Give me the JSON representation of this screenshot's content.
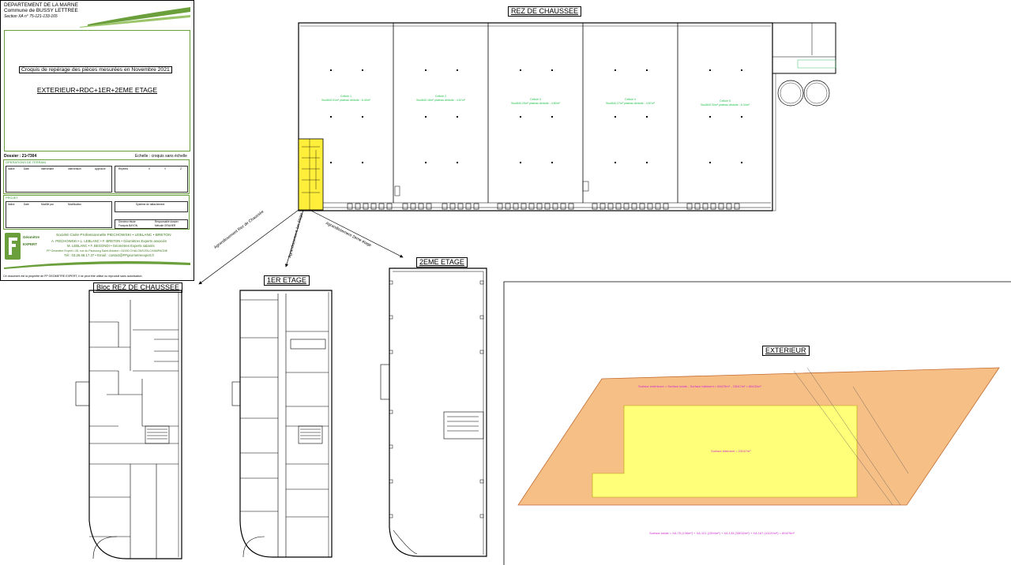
{
  "cartouche": {
    "department": "DEPARTEMENT DE LA MARNE",
    "commune": "Commune de BUSSY LETTREE",
    "section": "Section XA n° 75-121-133-165",
    "croquis_title": "Croquis de repérage des pièces mesurées en Novembre 2021",
    "levels": "EXTERIEUR+RDC+1ER+2EME ETAGE",
    "dossier": "Dossier : 21•7304",
    "echelle": "Echelle : croquis sans échelle",
    "operations_label": "OPERATIONS DE TERRAIN",
    "projet_label": "PROJET",
    "table_headers": [
      "Indice",
      "Date",
      "Intervenant",
      "Intervention",
      "Approuvé"
    ],
    "reperes_headers": [
      "Repères",
      "X",
      "Y",
      "Z"
    ],
    "projet_headers": [
      "Indice",
      "Date",
      "Modifié par",
      "Modification"
    ],
    "rattachement": "Système de rattachement",
    "directeur": "Directeur étude",
    "responsable": "Responsable dossier",
    "directeur_name": "François BAYON",
    "responsable_name": "Mélodie GRAVIER",
    "logo_line1": "Géomètre",
    "logo_line2": "EXPERT",
    "company": "Société Civile Professionnelle PIECHOWSKI • LEBLANC • BRETON",
    "partners1": "A. PIECHOWSKI • L. LEBLANC • F. BRETON • Géomètres Experts associés",
    "partners2": "M. LEBLANC • F. BEGONDI • Géomètres Experts salariés",
    "address": "FP Géomètre Expert • 26, rue du Faubourg Saint-Antoine • 51000 CHALONS-EN-CHAMPAGNE",
    "contact": "Tél : 03.26.68.17.37 • Email : contact@FPgeometreexpert.fr",
    "footer": "Ce document est la propriété de FP GEOMETRE EXPERT, il ne peut être utilisé ou reproduit sans autorisation."
  },
  "views": {
    "rdc_title": "REZ DE CHAUSSEE",
    "bloc_rdc_title": "Bloc REZ DE CHAUSSEE",
    "etage1_title": "1ER ETAGE",
    "etage2_title": "2EME ETAGE",
    "exterieur_title": "EXTERIEUR"
  },
  "arrows": {
    "rdc": "Agrandissement Rez de Chaussée",
    "e1": "Agrandissement 1er étage",
    "e2": "Agrandissement 2ème étage"
  },
  "cells": [
    {
      "name": "Cellule 1",
      "surface": "Sw4840.01m² plateau déduite : 6.40m²"
    },
    {
      "name": "Cellule 2",
      "surface": "Sw4840.16m² plateau déduite : 4.87m²"
    },
    {
      "name": "Cellule 3",
      "surface": "Sw4840.20m² plateau déduite : 4.80m²"
    },
    {
      "name": "Cellule 4",
      "surface": "Sw4840.27m² plateau déduite : 4.87m²"
    },
    {
      "name": "Cellule 5",
      "surface": "Sw4840.30m² plateau déduite : 6.34m²"
    }
  ],
  "exterieur": {
    "surface_exterieure": "Surface extérieure = Surface totale - Surface bâtiment = 89479m² - 23047m² = 66432m²",
    "surface_batiment": "Surface bâtiment = 23047m²",
    "surface_totale": "Surface totale = XA 75 (139m²) + XA 121 (1394m²) + XA 133 (33032m²) + XA 167 (41120m²) = 89479m²"
  },
  "colors": {
    "ground": "#f6bf86",
    "building": "#ffff7a",
    "highlight": "#ffef3a",
    "cartouche_green": "#6a9f3c",
    "label_green": "#21c24a",
    "label_magenta": "#d12bd1"
  }
}
